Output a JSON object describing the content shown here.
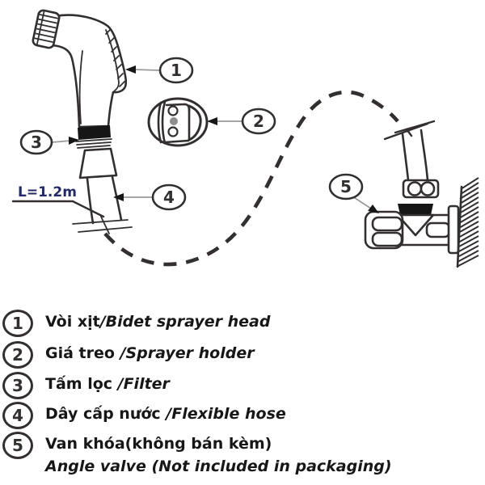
{
  "diagram": {
    "length_label": "L=1.2m",
    "callouts": [
      {
        "number": "1"
      },
      {
        "number": "2"
      },
      {
        "number": "3"
      },
      {
        "number": "4"
      },
      {
        "number": "5"
      }
    ]
  },
  "legend": {
    "items": [
      {
        "number": "1",
        "vi": "Vòi xịt",
        "en": "/Bidet sprayer head"
      },
      {
        "number": "2",
        "vi": "Giá treo ",
        "en": "/Sprayer holder"
      },
      {
        "number": "3",
        "vi": "Tấm lọc ",
        "en": "/Filter"
      },
      {
        "number": "4",
        "vi": "Dây cấp nước ",
        "en": "/Flexible hose"
      },
      {
        "number": "5",
        "vi": "Van khóa(không bán kèm)",
        "en": "",
        "en_line2": "Angle valve (Not included in packaging)"
      }
    ]
  },
  "colors": {
    "line_color": "#332f2f",
    "black_fill": "#161616",
    "length_label_color": "#232a66",
    "leader_line_color": "#9a9a9a",
    "holder_dot_gray": "#8f8f8f",
    "background": "#ffffff"
  }
}
